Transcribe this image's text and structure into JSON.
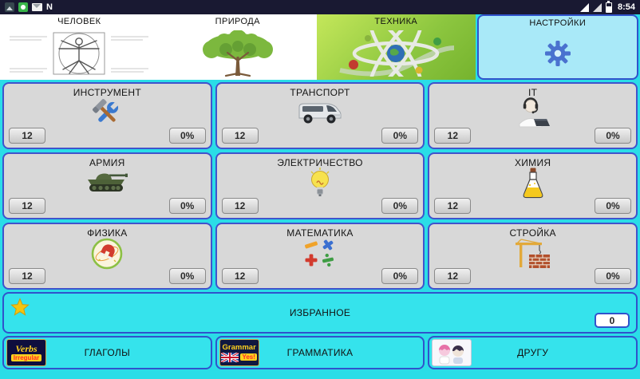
{
  "status_bar": {
    "time": "8:54",
    "n_badge": "N"
  },
  "tabs": [
    {
      "label": "ЧЕЛОВЕК"
    },
    {
      "label": "ПРИРОДА"
    },
    {
      "label": "ТЕХНИКА"
    },
    {
      "label": "НАСТРОЙКИ"
    }
  ],
  "categories": [
    {
      "label": "ИНСТРУМЕНТ",
      "count": "12",
      "percent": "0%"
    },
    {
      "label": "ТРАНСПОРТ",
      "count": "12",
      "percent": "0%"
    },
    {
      "label": "IT",
      "count": "12",
      "percent": "0%"
    },
    {
      "label": "АРМИЯ",
      "count": "12",
      "percent": "0%"
    },
    {
      "label": "ЭЛЕКТРИЧЕСТВО",
      "count": "12",
      "percent": "0%"
    },
    {
      "label": "ХИМИЯ",
      "count": "12",
      "percent": "0%"
    },
    {
      "label": "ФИЗИКА",
      "count": "12",
      "percent": "0%"
    },
    {
      "label": "МАТЕМАТИКА",
      "count": "12",
      "percent": "0%"
    },
    {
      "label": "СТРОЙКА",
      "count": "12",
      "percent": "0%"
    }
  ],
  "favorites": {
    "label": "ИЗБРАННОЕ",
    "count": "0"
  },
  "bottom_items": [
    {
      "label": "ГЛАГОЛЫ",
      "thumb": {
        "line1": "Verbs",
        "line2": "Irregular"
      }
    },
    {
      "label": "ГРАММАТИКА",
      "thumb": {
        "line1": "Grammar",
        "line2": "Yes!"
      }
    },
    {
      "label": "ДРУГУ"
    }
  ],
  "colors": {
    "background": "#2adde7",
    "card": "#d8d8d8",
    "card_border": "#4053cc",
    "status_bar": "#191932",
    "selected_tab": "#a9e9f8"
  }
}
